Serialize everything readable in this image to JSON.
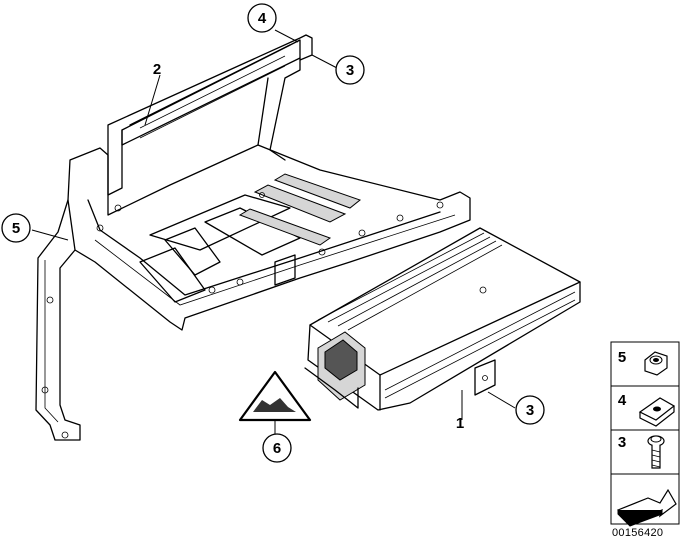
{
  "diagram": {
    "callouts": [
      {
        "id": "c1",
        "label": "1"
      },
      {
        "id": "c2",
        "label": "2"
      },
      {
        "id": "c3a",
        "label": "3"
      },
      {
        "id": "c3b",
        "label": "3"
      },
      {
        "id": "c4",
        "label": "4"
      },
      {
        "id": "c5",
        "label": "5"
      },
      {
        "id": "c6",
        "label": "6"
      }
    ],
    "legend": [
      {
        "label": "5",
        "icon": "nut-icon"
      },
      {
        "label": "4",
        "icon": "clip-nut-icon"
      },
      {
        "label": "3",
        "icon": "bolt-icon"
      },
      {
        "label": "",
        "icon": "arrow-icon"
      }
    ],
    "doc_number": "00156420"
  }
}
